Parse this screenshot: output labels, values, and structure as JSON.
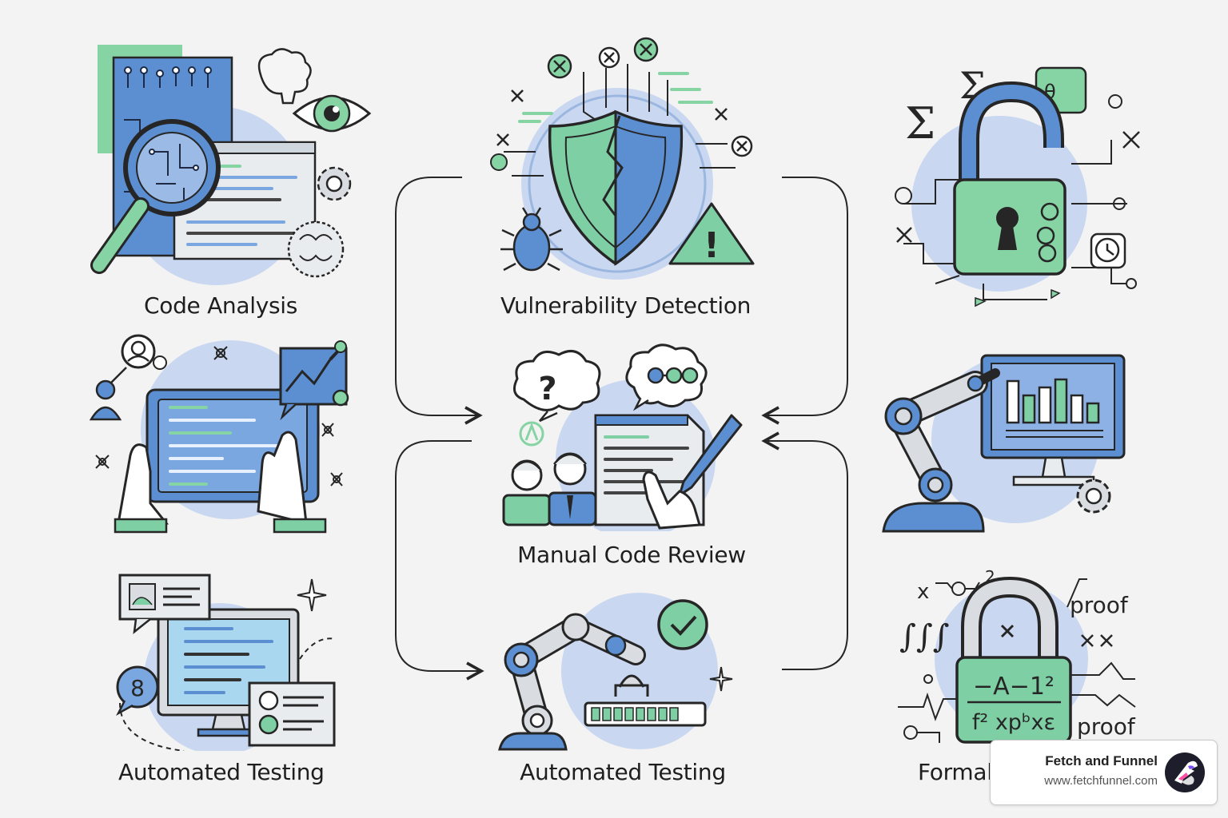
{
  "labels": {
    "code_analysis": "Code Analysis",
    "vulnerability_detection": "Vulnerability Detection",
    "manual_code_review": "Manual Code Review",
    "automated_testing_left": "Automated Testing",
    "automated_testing_center": "Automated Testing",
    "formal_partial": "Formal"
  },
  "illustration_text": {
    "sigma_1": "Σ",
    "sigma_2": "Σ",
    "sigma_plus": "+",
    "theta": "θ",
    "proof_top": "proof",
    "proof_bottom": "proof",
    "x_var": "x",
    "superscript_2": "2",
    "integrals": "∫∫∫",
    "formula_line1": "−A−1²",
    "formula_line2": "f² xpᵇxε",
    "question_mark": "?",
    "exclamation": "!",
    "digit_8": "8"
  },
  "branding": {
    "name": "Fetch and Funnel",
    "url": "www.fetchfunnel.com"
  },
  "colors": {
    "blue": "#5b8fd1",
    "light_blue": "#c9d8f0",
    "green": "#7fcfa5",
    "outline": "#262626",
    "background": "#f3f3f3"
  }
}
